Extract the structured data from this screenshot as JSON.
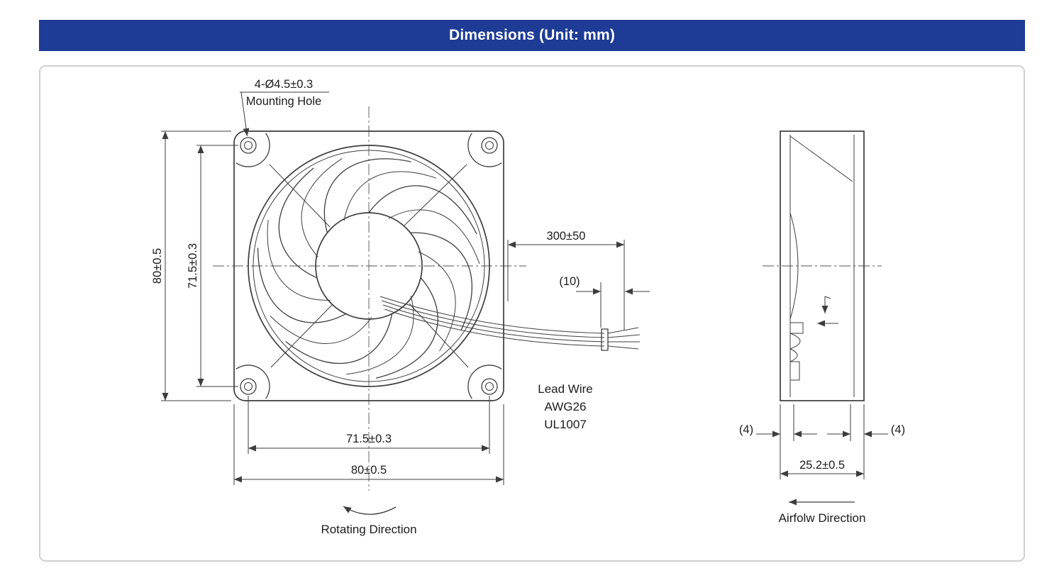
{
  "header": {
    "title": "Dimensions (Unit: mm)",
    "bg_color": "#1e3c96",
    "text_color": "#ffffff"
  },
  "drawing": {
    "front_view": {
      "mounting_hole_note": {
        "line1": "4-Ø4.5±0.3",
        "line2": "Mounting Hole"
      },
      "dims": {
        "height_outer": "80±0.5",
        "height_inner": "71.5±0.3",
        "width_inner": "71.5±0.3",
        "width_outer": "80±0.5",
        "lead_length": "300±50",
        "lead_strip": "(10)"
      },
      "lead_wire_note": {
        "line1": "Lead Wire",
        "line2": "AWG26",
        "line3": "UL1007"
      },
      "rotating_label": "Rotating Direction"
    },
    "side_view": {
      "dims": {
        "flange_left": "(4)",
        "flange_right": "(4)",
        "depth": "25.2±0.5"
      },
      "airflow_label": "Airfolw Direction"
    }
  }
}
